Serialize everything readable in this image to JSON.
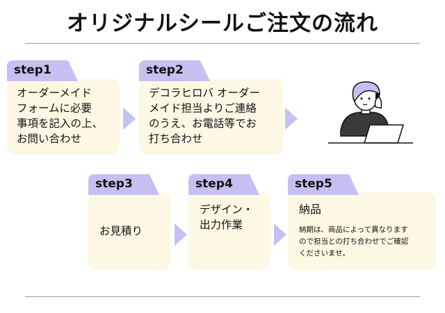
{
  "title": "オリジナルシールご注文の流れ",
  "steps": [
    {
      "label": "step1",
      "lines": [
        "オーダーメイド",
        "フォームに必要",
        "事項を記入の上、",
        "お問い合わせ"
      ]
    },
    {
      "label": "step2",
      "lines": [
        "デコラヒロバ オーダー",
        "メイド担当よりご連絡",
        "のうえ、お電話等でお",
        "打ち合わせ"
      ]
    },
    {
      "label": "step3",
      "lines": [
        "お見積り"
      ]
    },
    {
      "label": "step4",
      "lines": [
        "デザイン・",
        "出力作業"
      ]
    },
    {
      "label": "step5",
      "heading": "納品",
      "note_lines": [
        "納期は、商品によって異なります",
        "ので担当との打ち合わせでご確認",
        "くださいませ。"
      ]
    }
  ],
  "colors": {
    "accent": "#c6c0f2",
    "card": "#fdf8e4"
  },
  "illustration": "person-on-phone-at-laptop-icon"
}
